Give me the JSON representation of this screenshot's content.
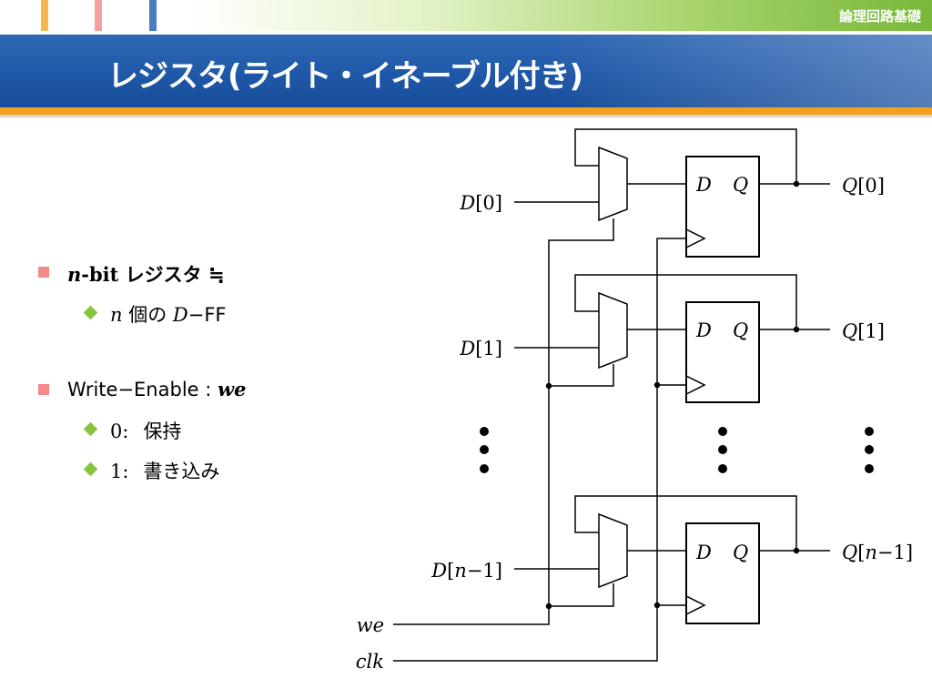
{
  "header": {
    "course_title": "論理回路基礎",
    "slide_title": "レジスタ(ライト・イネーブル付き)",
    "tick_colors": [
      "#f5b74a",
      "#f4a0a0",
      "#4a7cc2"
    ]
  },
  "theme": {
    "title_bar": "#1f58a8",
    "accent": "#f3a01d",
    "square_bullet": "#f28a8a",
    "diamond_bullet": "#86c43e"
  },
  "bullets": {
    "b1_var": "n",
    "b1_bit": "-bit",
    "b1_text": " レジスタ ≒",
    "b1_sub_var": "n",
    "b1_sub_mid": " 個の ",
    "b1_sub_var2": "D",
    "b1_sub_tail": "−FF",
    "b2_text": "Write−Enable : ",
    "b2_var": "we",
    "b2_sub1_num": "0:",
    "b2_sub1_text": "保持",
    "b2_sub2_num": "1:",
    "b2_sub2_text": "書き込み"
  },
  "diagram": {
    "stages": [
      {
        "d_var": "D",
        "d_idx_pre": "[",
        "d_idx": "0",
        "d_idx_var": "",
        "d_idx_post": "]",
        "q_var": "Q",
        "q_idx_pre": "[",
        "q_idx": "0",
        "q_idx_var": "",
        "q_idx_post": "]"
      },
      {
        "d_var": "D",
        "d_idx_pre": "[",
        "d_idx": "1",
        "d_idx_var": "",
        "d_idx_post": "]",
        "q_var": "Q",
        "q_idx_pre": "[",
        "q_idx": "1",
        "q_idx_var": "",
        "q_idx_post": "]"
      },
      {
        "d_var": "D",
        "d_idx_pre": "[",
        "d_idx": "−1",
        "d_idx_var": "n",
        "d_idx_post": "]",
        "q_var": "Q",
        "q_idx_pre": "[",
        "q_idx": "−1",
        "q_idx_var": "n",
        "q_idx_post": "]"
      }
    ],
    "ff_d_label": "D",
    "ff_q_label": "Q",
    "we_label": "we",
    "clk_label": "clk"
  }
}
